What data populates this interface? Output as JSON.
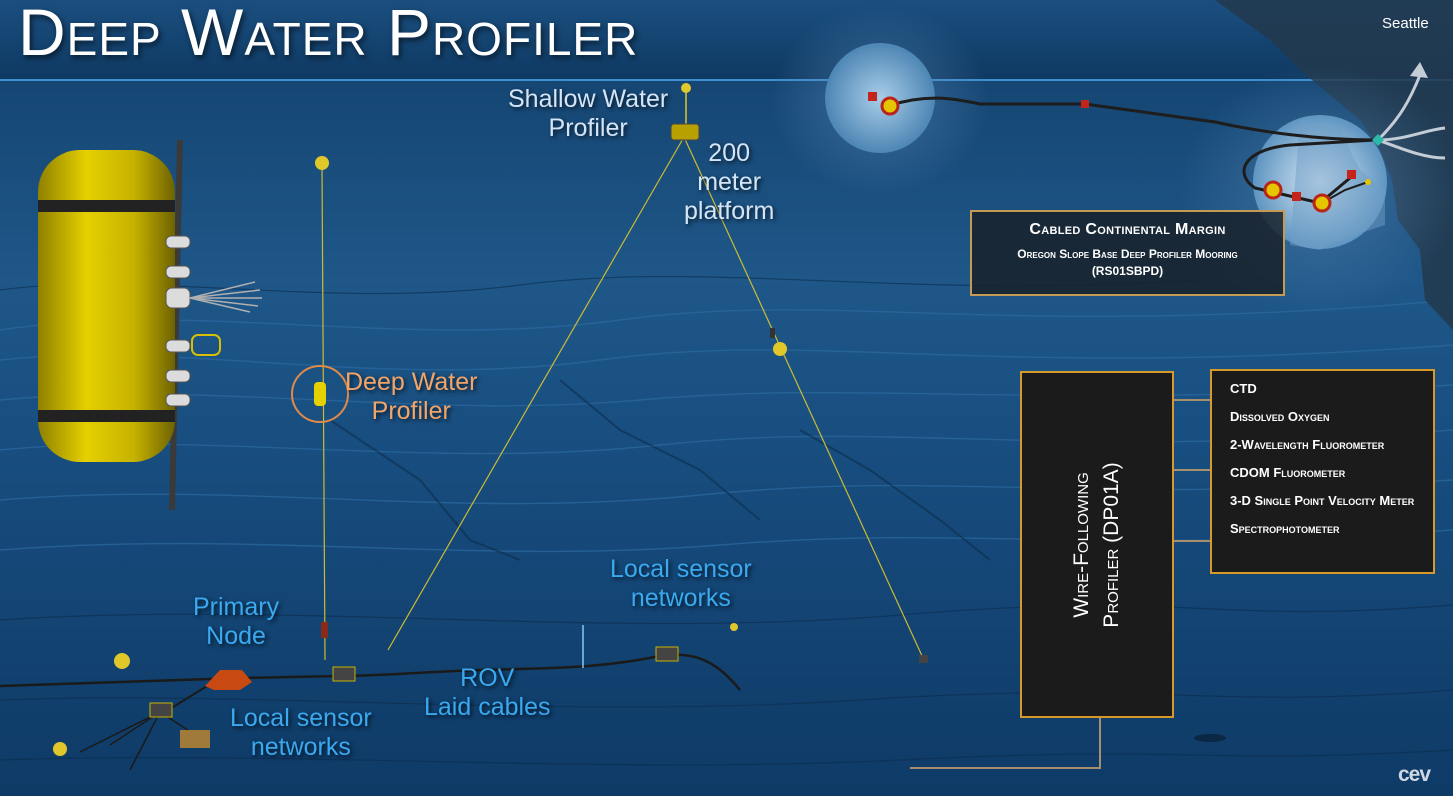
{
  "title": "Deep Water Profiler",
  "map": {
    "city_label": "Seattle"
  },
  "labels": {
    "shallow_profiler": [
      "Shallow Water",
      "Profiler"
    ],
    "platform": [
      "200",
      "meter",
      "platform"
    ],
    "deep_profiler": [
      "Deep Water",
      "Profiler"
    ],
    "primary_node": [
      "Primary",
      "Node"
    ],
    "local_sensor_left": [
      "Local sensor",
      "networks"
    ],
    "local_sensor_right": [
      "Local sensor",
      "networks"
    ],
    "rov_cables": [
      "ROV",
      "Laid cables"
    ]
  },
  "site_box": {
    "title": "Cabled Continental Margin",
    "site_name": "Oregon Slope Base Deep Profiler Mooring",
    "site_code": "(RS01SBPD)"
  },
  "instrument": {
    "name_lines": [
      "Wire-Following",
      "Profiler (DP01A)"
    ]
  },
  "sensors": [
    "CTD",
    "Dissolved Oxygen",
    "2-Wavelength Fluorometer",
    "CDOM Fluorometer",
    "3-D Single Point Velocity Meter",
    "Spectrophotometer"
  ],
  "logo": "cev",
  "colors": {
    "water_dark": "#0b2f55",
    "water_light": "#1f5f92",
    "profiler_yellow": "#e5d000",
    "box_border": "#d79a2a",
    "label_blue": "#3aa9f0",
    "label_orange": "#f3a468",
    "node_red": "#c84a12"
  }
}
